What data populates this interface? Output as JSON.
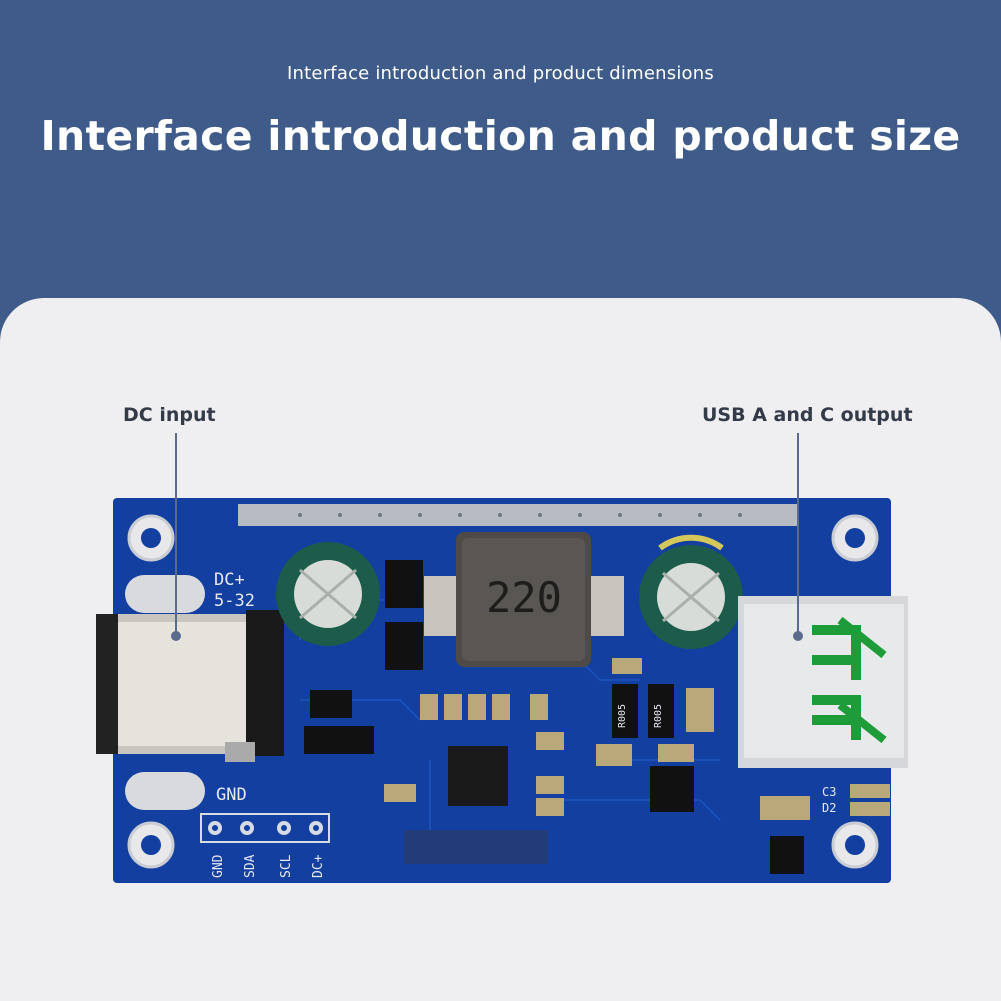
{
  "header": {
    "subtitle": "Interface introduction and product dimensions",
    "title": "Interface introduction and product size"
  },
  "callouts": {
    "dc_input": "DC input",
    "usb_output": "USB A and C output"
  },
  "board": {
    "silkscreen": {
      "dc_plus": "DC+",
      "voltage": "5-32",
      "gnd": "GND",
      "inductor": "220",
      "resistor_a": "R005",
      "resistor_b": "R005",
      "c3": "C3",
      "d2": "D2",
      "pin_gnd": "GND",
      "pin_sda": "SDA",
      "pin_scl": "SCL",
      "pin_dcplus": "DC+"
    },
    "colors": {
      "pcb": "#123fa0",
      "background": "#3f5b89",
      "panel": "#efeff1"
    }
  }
}
